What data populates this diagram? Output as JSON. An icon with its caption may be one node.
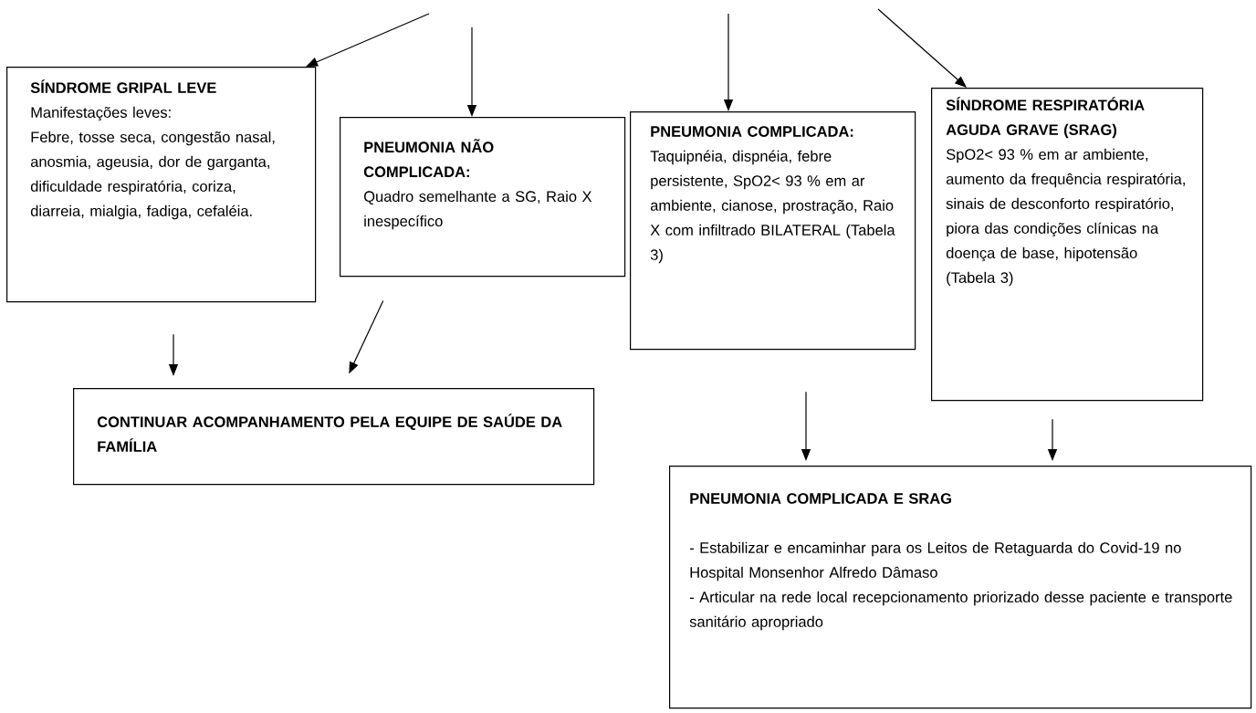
{
  "diagram": {
    "nodes": [
      {
        "text": [
          "SÍNDROME GRIPAL LEVE",
          "Manifestações leves:",
          "Febre, tosse seca, congestão nasal, anosmia, ageusia, dor de garganta, dificuldade respiratória, coriza, diarreia, mialgia, fadiga, cefaléia."
        ]
      },
      {
        "text": [
          "PNEUMONIA NÃO COMPLICADA:",
          "Quadro semelhante a SG, Raio X inespecífico"
        ]
      },
      {
        "text": [
          "PNEUMONIA COMPLICADA:",
          "Taquipnéia, dispnéia, febre persistente, SpO2< 93 % em ar ambiente, cianose, prostração, Raio X com infiltrado BILATERAL (Tabela 3)"
        ]
      },
      {
        "text": [
          "SÍNDROME RESPIRATÓRIA AGUDA GRAVE (SRAG)",
          "SpO2< 93 % em ar ambiente, aumento da frequência respiratória, sinais de desconforto respiratório, piora das condições clínicas na doença de base, hipotensão (Tabela 3)"
        ]
      },
      {
        "text": [
          "CONTINUAR ACOMPANHAMENTO PELA EQUIPE DE SAÚDE DA FAMÍLIA"
        ]
      },
      {
        "text": [
          "PNEUMONIA COMPLICADA E SRAG",
          "- Estabilizar e encaminhar para os Leitos de Retaguarda do Covid-19 no Hospital Monsenhor Alfredo Dâmaso",
          "- Articular na rede local recepcionamento priorizado desse paciente e transporte sanitário apropriado"
        ]
      }
    ],
    "edges": [
      {
        "from": null,
        "to": 0,
        "arrow": "to"
      },
      {
        "from": null,
        "to": 1,
        "arrow": "to"
      },
      {
        "from": null,
        "to": 2,
        "arrow": "to"
      },
      {
        "from": null,
        "to": 3,
        "arrow": "to"
      },
      {
        "from": 0,
        "to": 4,
        "arrow": "to"
      },
      {
        "from": 1,
        "to": 4,
        "arrow": "to"
      },
      {
        "from": 2,
        "to": 5,
        "arrow": "to"
      },
      {
        "from": 3,
        "to": 5,
        "arrow": "to"
      }
    ]
  }
}
